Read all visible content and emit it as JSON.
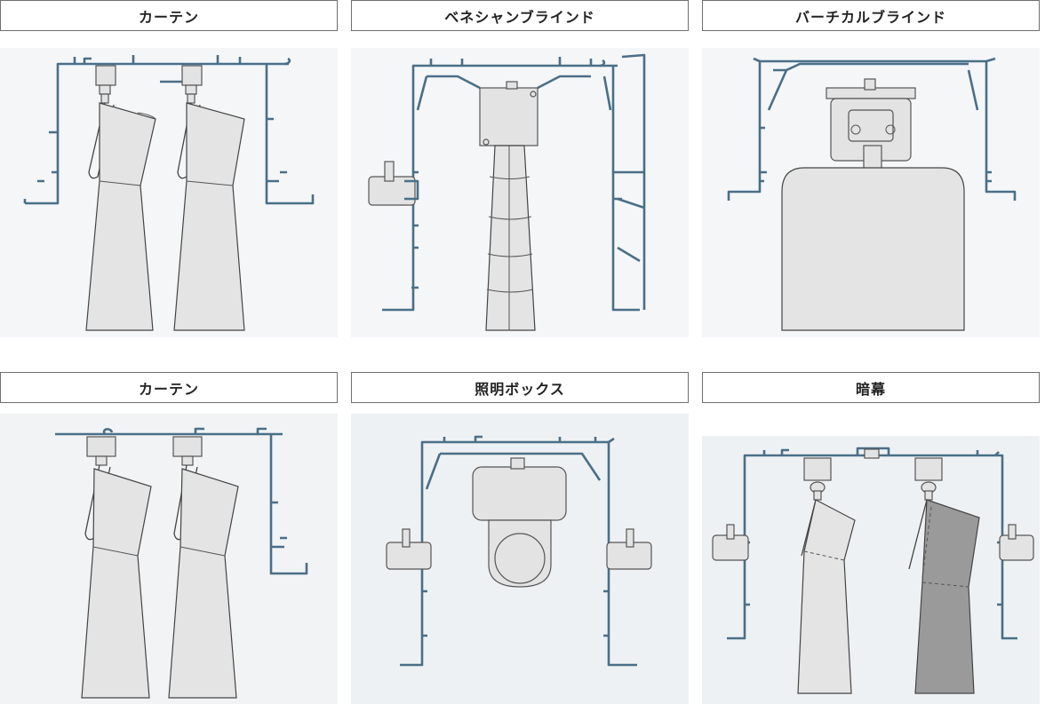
{
  "panels": [
    {
      "label": "カーテン"
    },
    {
      "label": "ベネシャンブラインド"
    },
    {
      "label": "バーチカルブラインド"
    },
    {
      "label": "カーテン"
    },
    {
      "label": "照明ボックス"
    },
    {
      "label": "暗幕"
    }
  ],
  "colors": {
    "rail_stroke": "#4a6f88",
    "rail_fill": "#d8e9f3",
    "fabric": "#e4e4e4",
    "fabric_dark": "#9a9a9a",
    "label_border": "#6f6f6f"
  }
}
